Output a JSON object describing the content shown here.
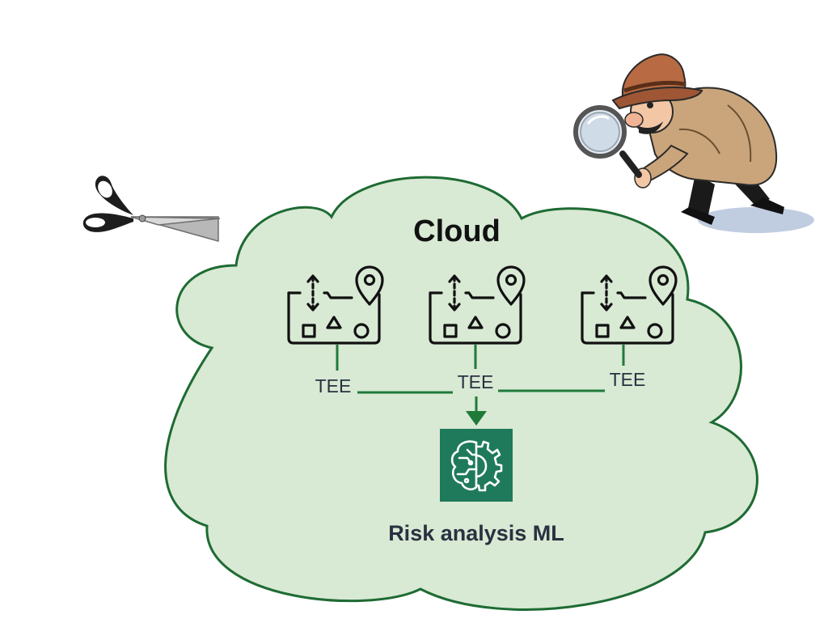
{
  "diagram": {
    "cloud_label": "Cloud",
    "tee_label": "TEE",
    "ml_label": "Risk analysis ML",
    "colors": {
      "cloud_fill": "#d8e9d4",
      "cloud_stroke": "#1e6b33",
      "connector": "#1f7a3a",
      "ml_box": "#1e7a5a"
    },
    "icons": {
      "scissors": "scissors-icon",
      "detective": "detective-with-magnifier",
      "data_source": "data-source-icon",
      "ml_brain": "brain-gear-icon"
    }
  }
}
